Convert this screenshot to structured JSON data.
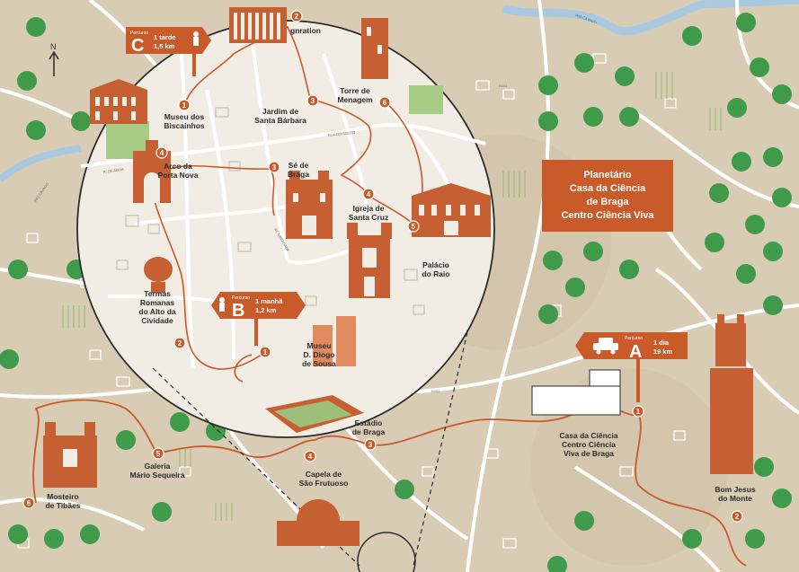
{
  "routes": {
    "a": {
      "tag": "Percurso",
      "letter": "A",
      "line1": "1 dia",
      "line2": "19 km"
    },
    "b": {
      "tag": "Percurso",
      "letter": "B",
      "line1": "1 manhã",
      "line2": "1,2 km"
    },
    "c": {
      "tag": "Percurso",
      "letter": "C",
      "line1": "1 tarde",
      "line2": "1,5 km"
    }
  },
  "planetarium": {
    "line1": "Planetário",
    "line2": "Casa da Ciência",
    "line3": "de Braga",
    "line4": "Centro Ciência Viva"
  },
  "stops_c": [
    {
      "n": "1",
      "lines": [
        "Museu dos",
        "Biscainhos"
      ]
    },
    {
      "n": "2",
      "lines": [
        "gnration"
      ]
    },
    {
      "n": "3",
      "lines": [
        "Jardim de",
        "Santa Bárbara"
      ]
    },
    {
      "n": "4",
      "lines": [
        "Igreja de",
        "Santa Cruz"
      ]
    },
    {
      "n": "5",
      "lines": [
        "Palácio",
        "do Raio"
      ]
    },
    {
      "n": "6",
      "lines": [
        "Torre de",
        "Menagem"
      ]
    }
  ],
  "stops_b": [
    {
      "n": "1",
      "lines": [
        "Museu",
        "D. Diogo",
        "de Sousa"
      ]
    },
    {
      "n": "2",
      "lines": [
        "Termas",
        "Romanas",
        "do Alto da",
        "Cividade"
      ]
    },
    {
      "n": "3",
      "lines": [
        "Sé de",
        "Braga"
      ]
    },
    {
      "n": "4",
      "lines": [
        "Arco da",
        "Porta Nova"
      ]
    }
  ],
  "stops_a": [
    {
      "n": "1",
      "lines": [
        "Casa da Ciência",
        "Centro Ciência",
        "Viva de Braga"
      ]
    },
    {
      "n": "2",
      "lines": [
        "Bom Jesus",
        "do Monte"
      ]
    },
    {
      "n": "3",
      "lines": [
        "Estádio",
        "de Braga"
      ]
    },
    {
      "n": "4",
      "lines": [
        "Capela de",
        "São Frutuoso"
      ]
    },
    {
      "n": "5",
      "lines": [
        "Galeria",
        "Mário Sequeira"
      ]
    },
    {
      "n": "6",
      "lines": [
        "Mosteiro",
        "de Tibães"
      ]
    }
  ],
  "road_labels": [
    "RUA DO SOUTO",
    "AV. LIBERDADE",
    "RIO CÁVADO",
    "RIO CÁVADO",
    "N101",
    "N103",
    "R. DE ÁGUA"
  ],
  "compass": "N",
  "colors": {
    "route": "#c95a2a",
    "ground": "#d9ccb4",
    "circle": "#f1ece4",
    "tree": "#3f9a4a",
    "building": "#c65f32"
  },
  "icons": [
    "compass-north-arrow",
    "tree-icon",
    "car-icon",
    "walking-person-icon",
    "building-icon"
  ]
}
